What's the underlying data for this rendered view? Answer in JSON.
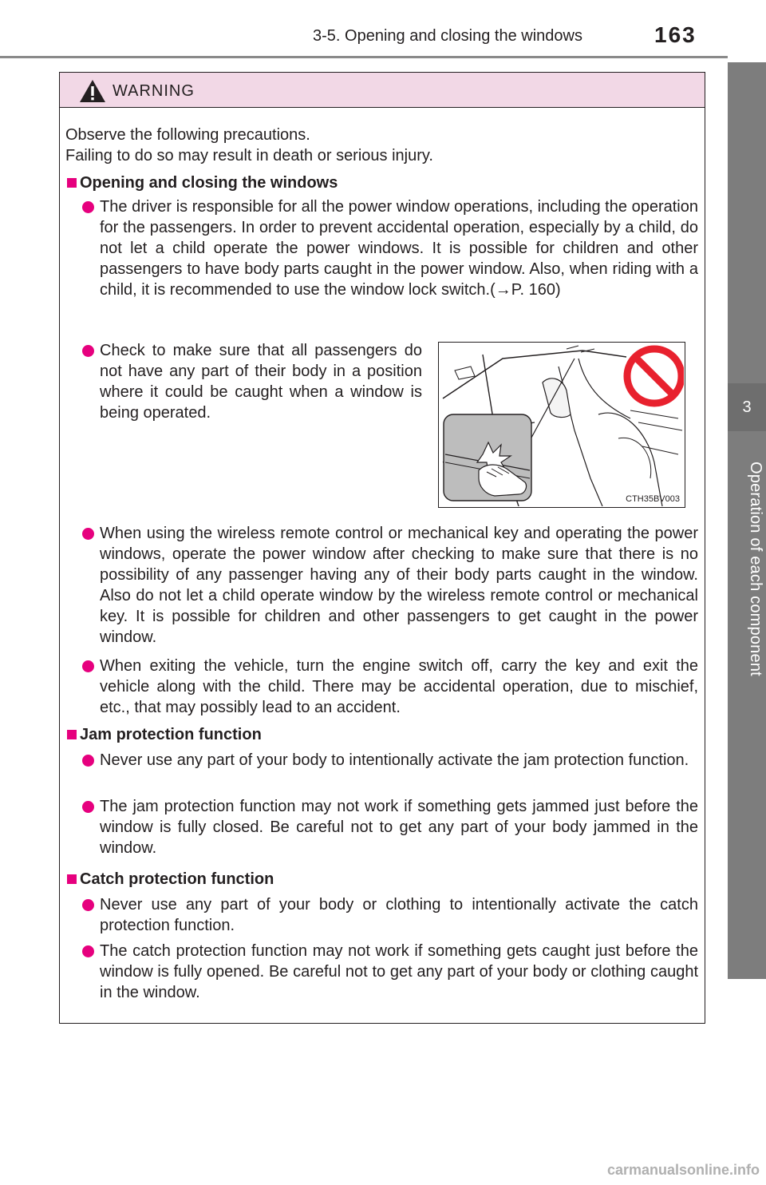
{
  "header": {
    "section": "3-5. Opening and closing the windows",
    "page_number": "163"
  },
  "side_tab": {
    "chapter_number": "3",
    "chapter_title": "Operation of each component"
  },
  "warning": {
    "title": "WARNING",
    "intro_1": "Observe the following precautions.",
    "intro_2": "Failing to do so may result in death or serious injury.",
    "sections": [
      {
        "heading": "Opening and closing the windows",
        "items": [
          "The driver is responsible for all the power window operations, including the operation for the passengers. In order to prevent accidental operation, especially by a child, do not let a child operate the power windows. It is possible for children and other passengers to have body parts caught in the power window. Also, when riding with a child, it is recommended to use the window lock switch.(→P. 160)",
          "Check to make sure that all passengers do not have any part of their body in a position where it could be caught when a window is being operated.",
          "When using the wireless remote control or mechanical key and operating the power windows, operate the power window after checking to make sure that there is no possibility of any passenger having any of their body parts caught in the window. Also do not let a child operate window by the wireless remote control or mechanical key. It is possible for children and other passengers to get caught in the power window.",
          "When exiting the vehicle, turn the engine switch off, carry the key and exit the vehicle along with the child. There may be accidental operation, due to mischief, etc., that may possibly lead to an accident."
        ]
      },
      {
        "heading": "Jam protection function",
        "items": [
          "Never use any part of your body to intentionally activate the jam protection function.",
          "The jam protection function may not work if something gets jammed just before the window is fully closed. Be careful not to get any part of your body jammed in the window."
        ]
      },
      {
        "heading": "Catch protection function",
        "items": [
          "Never use any part of your body or clothing to intentionally activate the catch protection function.",
          "The catch protection function may not work if something gets caught just before the window is fully opened. Be careful not to get any part of your body or clothing caught in the window."
        ]
      }
    ],
    "figure_id": "CTH35BV003"
  },
  "footer": {
    "watermark": "carmanualsonline.info"
  },
  "colors": {
    "accent": "#e6007e",
    "warning_header": "#f2d8e6",
    "side_tab": "#7d7d7d",
    "prohibit_red": "#e8212e"
  }
}
